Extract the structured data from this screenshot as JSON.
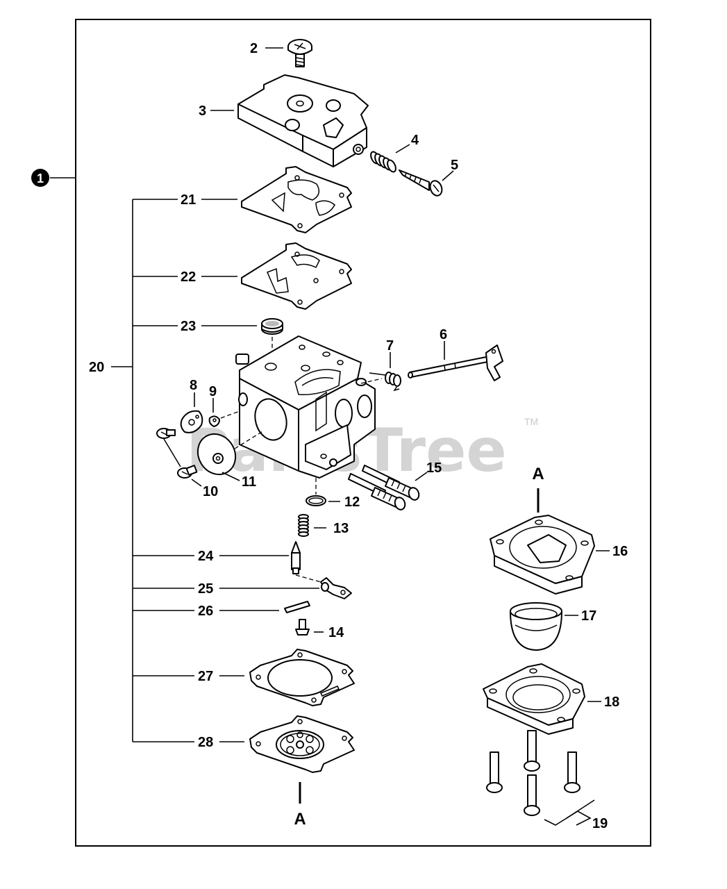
{
  "watermark": {
    "text": "PartsTree",
    "trademark": "TM"
  },
  "assembly": {
    "callout": "1",
    "sub_callout": "20"
  },
  "parts": [
    {
      "ref": "2"
    },
    {
      "ref": "3"
    },
    {
      "ref": "4"
    },
    {
      "ref": "5"
    },
    {
      "ref": "6"
    },
    {
      "ref": "7"
    },
    {
      "ref": "8"
    },
    {
      "ref": "9"
    },
    {
      "ref": "10"
    },
    {
      "ref": "11"
    },
    {
      "ref": "12"
    },
    {
      "ref": "13"
    },
    {
      "ref": "14"
    },
    {
      "ref": "15"
    },
    {
      "ref": "16"
    },
    {
      "ref": "17"
    },
    {
      "ref": "18"
    },
    {
      "ref": "19"
    },
    {
      "ref": "21"
    },
    {
      "ref": "22"
    },
    {
      "ref": "23"
    },
    {
      "ref": "24"
    },
    {
      "ref": "25"
    },
    {
      "ref": "26"
    },
    {
      "ref": "27"
    },
    {
      "ref": "28"
    }
  ],
  "connectors": {
    "a_top": "A",
    "a_bottom": "A"
  }
}
